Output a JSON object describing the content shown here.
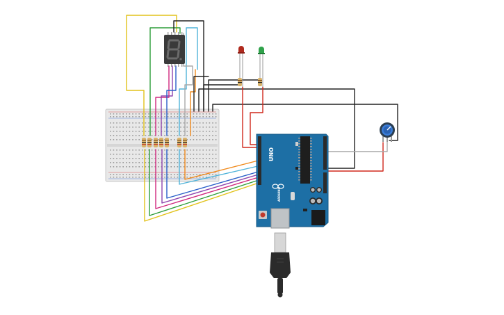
{
  "board": {
    "model_label": "UNO",
    "brand_label": "ARDUINO",
    "color": "#1d6fa5"
  },
  "display": {
    "digit": "8."
  },
  "leds": [
    {
      "name": "red-led",
      "color": "#c0392b"
    },
    {
      "name": "green-led",
      "color": "#27ae60"
    }
  ],
  "wire_colors": {
    "black": "#222222",
    "red": "#d0281c",
    "yellow": "#e2c21a",
    "green": "#2e9e3a",
    "blue": "#2a5fc9",
    "cyan": "#4fb3d9",
    "purple": "#8e44ad",
    "magenta": "#d0287e",
    "orange": "#f08a1c",
    "gray": "#a9a9a9"
  }
}
